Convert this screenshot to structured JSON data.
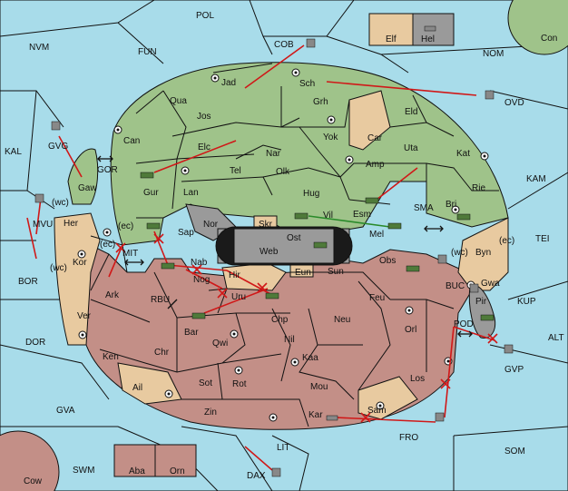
{
  "map_title": "",
  "colors": {
    "sea": "#a8dcea",
    "green_power": "#9fc38a",
    "red_power": "#c38f87",
    "neutral": "#e8caa0",
    "grey": "#9a9a9a",
    "order": "#d01818",
    "support": "#2a8a2a"
  },
  "labels": {
    "pol": "POL",
    "nvm": "NVM",
    "fun": "FUN",
    "cob": "COB",
    "nom": "NOM",
    "con": "Con",
    "elf": "Elf",
    "hel": "Hel",
    "ovd": "OVD",
    "kal": "KAL",
    "gvg": "GVG",
    "gor": "GOR",
    "kam": "KAM",
    "mvu": "MVU",
    "bor": "BOR",
    "mit": "MIT",
    "sma": "SMA",
    "tei": "TEI",
    "rbu": "RBU",
    "buc": "BUC",
    "kup": "KUP",
    "pod": "POD",
    "alt": "ALT",
    "dor": "DOR",
    "gvp": "GVP",
    "gva": "GVA",
    "fro": "FRO",
    "som": "SOM",
    "lit": "LIT",
    "swm": "SWM",
    "dax": "DAX",
    "cow": "Cow",
    "aba": "Aba",
    "orn": "Orn",
    "jad": "Jad",
    "sch": "Sch",
    "qua": "Qua",
    "grh": "Grh",
    "eld": "Eld",
    "jos": "Jos",
    "car": "Car",
    "can": "Can",
    "yok": "Yok",
    "uta": "Uta",
    "kat": "Kat",
    "elc": "Elc",
    "nar": "Nar",
    "amp": "Amp",
    "tel": "Tel",
    "olk": "Olk",
    "gur": "Gur",
    "rie": "Rie",
    "gaw": "Gaw",
    "lan": "Lan",
    "hug": "Hug",
    "bri": "Bri",
    "esm": "Esm",
    "vil": "Vil",
    "nor": "Nor",
    "skr": "Skr",
    "ost": "Ost",
    "her": "Her",
    "sap": "Sap",
    "mel": "Mel",
    "web": "Web",
    "byn": "Byn",
    "kor": "Kor",
    "nab": "Nab",
    "hir": "Hir",
    "eun": "Eun",
    "sun": "Sun",
    "obs": "Obs",
    "ark": "Ark",
    "nog": "Nog",
    "gwa": "Gwa",
    "pir": "Pir",
    "uru": "Uru",
    "feu": "Feu",
    "ver": "Ver",
    "bar": "Bar",
    "chp": "Chp",
    "neu": "Neu",
    "orl": "Orl",
    "qwi": "Qwi",
    "nil": "Nil",
    "ken": "Ken",
    "chr": "Chr",
    "kaa": "Kaa",
    "ail": "Ail",
    "sot": "Sot",
    "rot": "Rot",
    "mou": "Mou",
    "los": "Los",
    "zin": "Zin",
    "sam": "Sam",
    "kar": "Kar",
    "wc": "(wc)",
    "ec": "(ec)"
  }
}
